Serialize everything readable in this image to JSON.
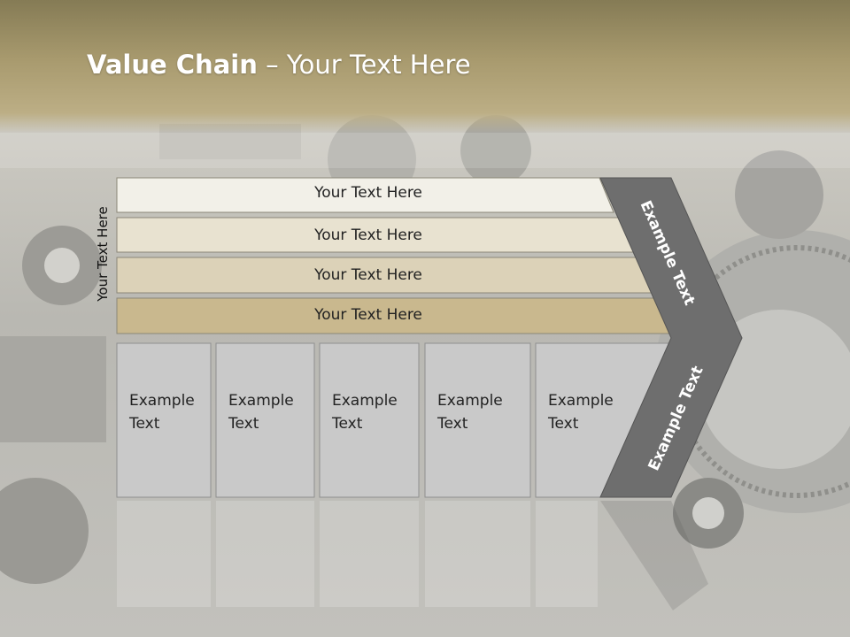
{
  "slide": {
    "title_bold": "Value Chain",
    "title_rest": " – Your Text Here",
    "side_label": "Your Text Here"
  },
  "bars": [
    {
      "label": "Your Text Here",
      "color": "#f2f0e8"
    },
    {
      "label": "Your Text Here",
      "color": "#e8e2d0"
    },
    {
      "label": "Your Text Here",
      "color": "#dcd2b8"
    },
    {
      "label": "Your Text Here",
      "color": "#c9b88e"
    }
  ],
  "boxes": [
    {
      "line1": "Example",
      "line2": "Text"
    },
    {
      "line1": "Example",
      "line2": "Text"
    },
    {
      "line1": "Example",
      "line2": "Text"
    },
    {
      "line1": "Example",
      "line2": "Text"
    },
    {
      "line1": "Example",
      "line2": "Text"
    }
  ],
  "chevron": {
    "upper_label": "Example Text",
    "lower_label": "Example Text",
    "color": "#6e6e6e"
  }
}
